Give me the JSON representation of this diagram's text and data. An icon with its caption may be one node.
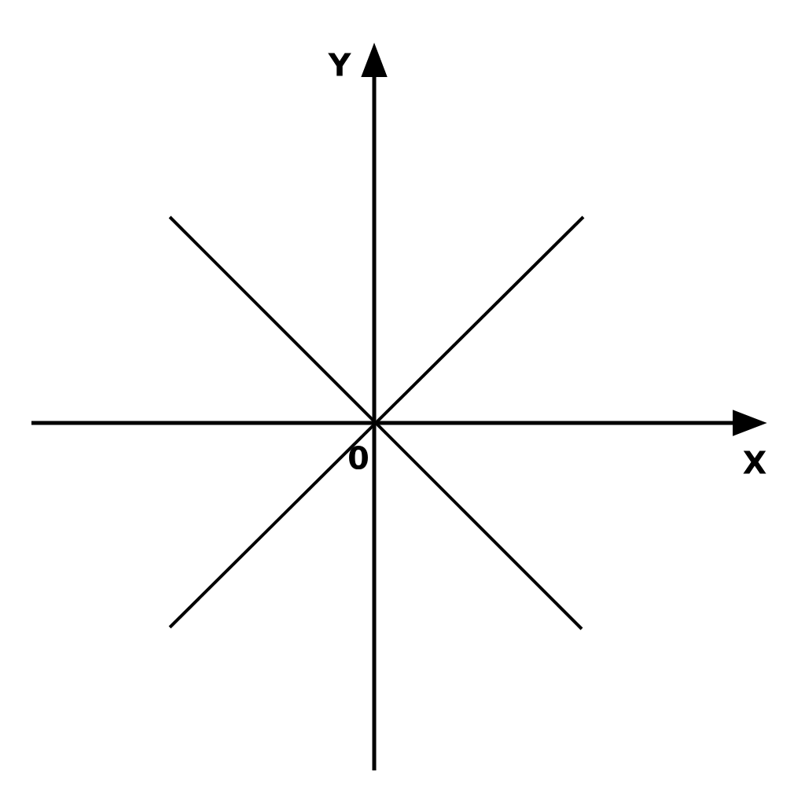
{
  "diagram": {
    "labels": [
      "Y",
      "X",
      "0"
    ]
  }
}
